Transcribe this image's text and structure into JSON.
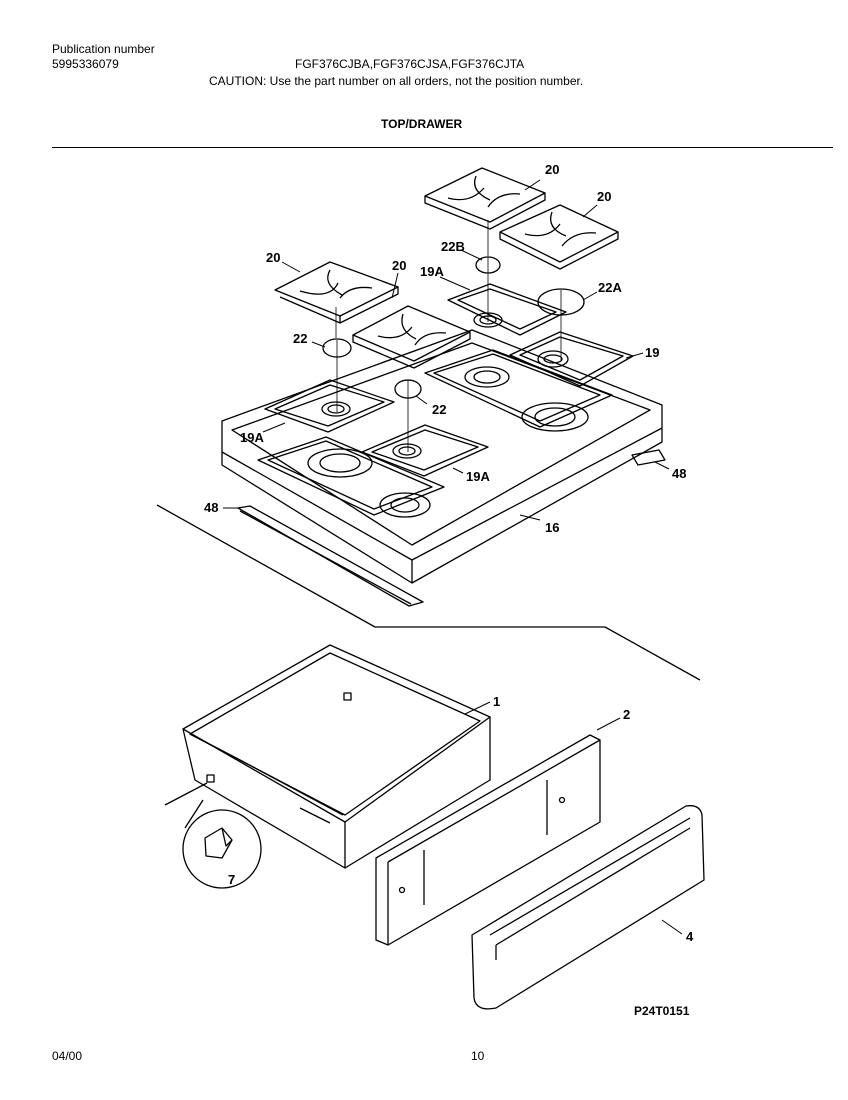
{
  "header": {
    "publication_label": "Publication number",
    "publication_number": "5995336079",
    "models": "FGF376CJBA,FGF376CJSA,FGF376CJTA",
    "caution": "CAUTION:  Use the part number on all orders, not the position number.",
    "section_title": "TOP/DRAWER"
  },
  "callouts": {
    "grate_a": "20",
    "grate_b": "20",
    "grate_c": "20",
    "grate_d": "20",
    "cap_22b": "22B",
    "cap_22a": "22A",
    "cap_22_left": "22",
    "cap_22_mid": "22",
    "pan_19a_top": "19A",
    "pan_19": "19",
    "pan_19a_left": "19A",
    "pan_19a_bottom": "19A",
    "trim_48_right": "48",
    "trim_48_left": "48",
    "top_16": "16",
    "drawer_1": "1",
    "panel_2": "2",
    "handle_4": "4",
    "glide_7": "7"
  },
  "diagram_code": "P24T0151",
  "footer": {
    "date": "04/00",
    "page": "10"
  }
}
